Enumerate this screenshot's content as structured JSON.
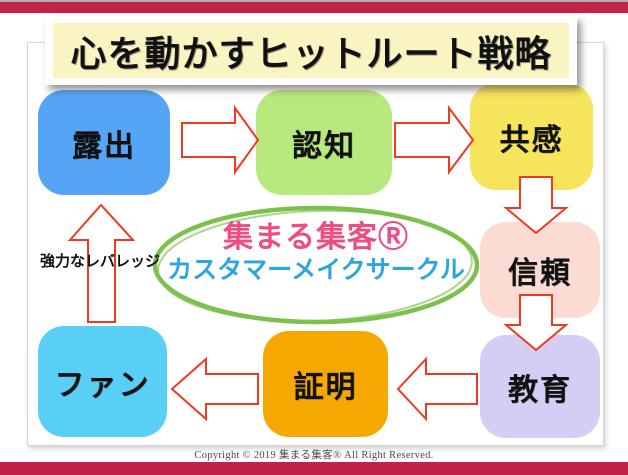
{
  "page": {
    "title": "心を動かすヒットルート戦略",
    "copyright": "Copyright © 2019 集まる集客® All Right Reserved."
  },
  "colors": {
    "frame_bar": "#c22148",
    "banner_fill": "#faf4c3",
    "arrow_outline": "#ee3a1e",
    "ellipse_stroke": "#7cc14e",
    "center_line1_color": "#ec4d82",
    "center_line2_color": "#2ba6de",
    "node_exposure": "#55a4f5",
    "node_awareness": "#b9e87f",
    "node_empathy": "#f6e45c",
    "node_trust": "#fbdbd2",
    "node_education": "#d5cdf3",
    "node_proof": "#f6a802",
    "node_fan": "#59cff5"
  },
  "diagram": {
    "nodes": [
      {
        "id": "exposure",
        "label": "露出",
        "color": "#55a4f5"
      },
      {
        "id": "awareness",
        "label": "認知",
        "color": "#b9e87f"
      },
      {
        "id": "empathy",
        "label": "共感",
        "color": "#f6e45c"
      },
      {
        "id": "trust",
        "label": "信頼",
        "color": "#fbdbd2"
      },
      {
        "id": "education",
        "label": "教育",
        "color": "#d5cdf3"
      },
      {
        "id": "proof",
        "label": "証明",
        "color": "#f6a802"
      },
      {
        "id": "fan",
        "label": "ファン",
        "color": "#59cff5"
      }
    ],
    "flow": [
      "露出",
      "認知",
      "共感",
      "信頼",
      "教育",
      "証明",
      "ファン"
    ],
    "center": {
      "line1": "集まる集客Ⓡ",
      "line2": "カスタマーメイクサークル"
    },
    "leverage_label": "強力なレバレッジ"
  }
}
